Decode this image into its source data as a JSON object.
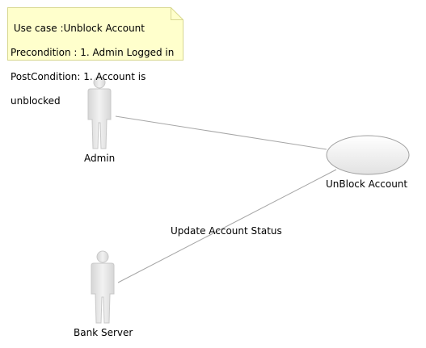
{
  "note": {
    "lines": [
      " Use case :Unblock Account",
      "Precondition : 1. Admin Logged in",
      "PostCondition: 1. Account is",
      "unblocked"
    ],
    "fill": "#ffffcc",
    "border": "#d8d890"
  },
  "actors": [
    {
      "name": "Admin"
    },
    {
      "name": "Bank Server"
    }
  ],
  "use_case": {
    "name": "UnBlock Account"
  },
  "association_label": "Update Account Status",
  "colors": {
    "actor_fill": "#e4e4e4",
    "actor_stroke": "#c8c8c8",
    "usecase_fill": "#eeeeee",
    "usecase_stroke": "#a0a0a0",
    "line": "#a6a6a6"
  }
}
